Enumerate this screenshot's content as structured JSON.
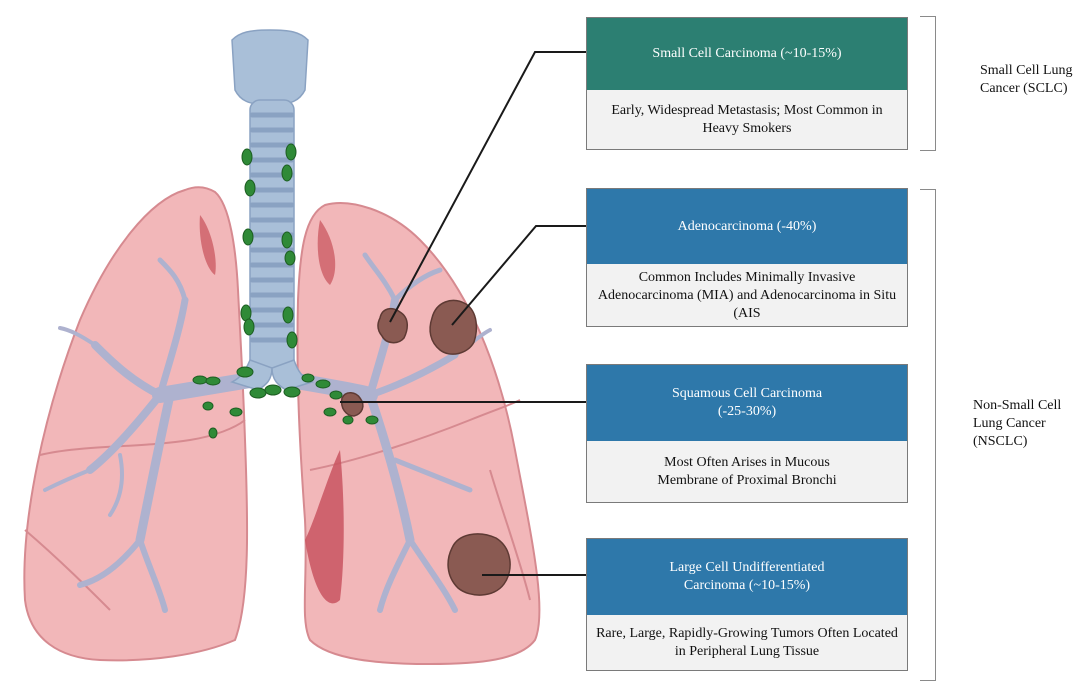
{
  "colors": {
    "sclc_header": "#2c7f72",
    "nsclc_header": "#2e78aa",
    "card_body": "#f2f2f2",
    "lung": "#f2b7b9",
    "lung_dark": "#d46f76",
    "bronchi": "#aeb2cf",
    "trachea": "#a9bfd8",
    "lymph_node": "#2f8a37",
    "tumor": "#8a5a52"
  },
  "cards": [
    {
      "header": "Small Cell Carcinoma (~10-15%)",
      "body": "Early, Widespread Metastasis; Most Common in Heavy Smokers"
    },
    {
      "header": "Adenocarcinoma (-40%)",
      "body": "Common Includes Minimally Invasive Adenocarcinoma (MIA) and Adenocarcinoma in Situ (AIS"
    },
    {
      "header": "Squamous Cell Carcinoma (-25-30%)",
      "body": "Most Often Arises in Mucous Membrane of Proximal Bronchi"
    },
    {
      "header": "Large Cell Undifferentiated Carcinoma (~10-15%)",
      "body": "Rare, Large, Rapidly-Growing Tumors Often Located in Peripheral Lung Tissue"
    }
  ],
  "groups": {
    "sclc": "Small Cell Lung Cancer (SCLC)",
    "nsclc": "Non-Small Cell Lung Cancer (NSCLC)"
  }
}
